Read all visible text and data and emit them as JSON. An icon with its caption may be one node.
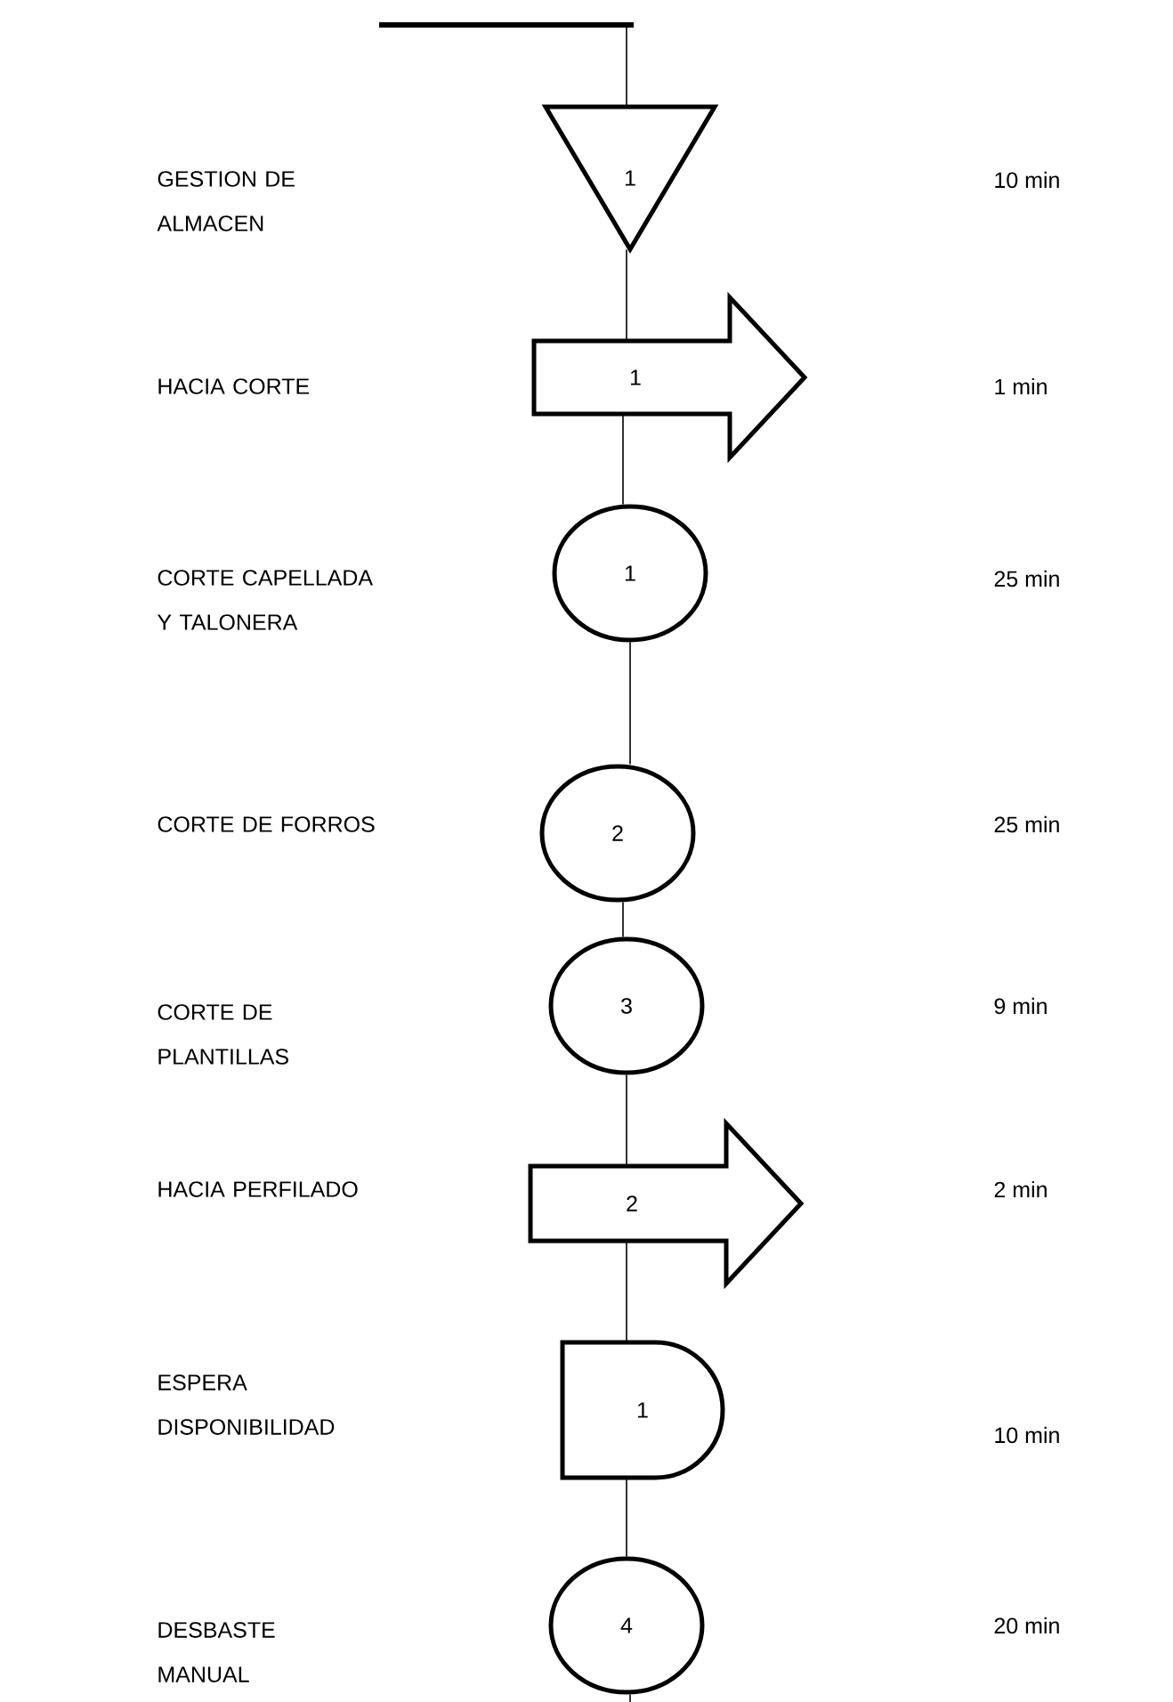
{
  "diagram": {
    "nodes": [
      {
        "text": [
          "1"
        ]
      },
      {
        "text": [
          "1"
        ]
      },
      {
        "text": [
          "1"
        ]
      },
      {
        "text": [
          "2"
        ]
      },
      {
        "text": [
          "3"
        ]
      },
      {
        "text": [
          "2"
        ]
      },
      {
        "text": [
          "1"
        ]
      },
      {
        "text": [
          "4"
        ]
      }
    ],
    "labels": [
      "GESTION DE ALMACEN",
      "10 min",
      "HACIA CORTE",
      "1 min",
      "CORTE CAPELLADA Y TALONERA",
      "25 min",
      "CORTE DE FORROS",
      "25 min",
      "CORTE DE PLANTILLAS",
      "9 min",
      "HACIA PERFILADO",
      "2 min",
      "ESPERA DISPONIBILIDAD",
      "10 min",
      "DESBASTE MANUAL",
      "20 min"
    ],
    "edges": [
      {
        "from": null,
        "to": 0,
        "arrow": "none"
      },
      {
        "from": 0,
        "to": 1,
        "arrow": "none"
      },
      {
        "from": 1,
        "to": 2,
        "arrow": "none"
      },
      {
        "from": 2,
        "to": 3,
        "arrow": "none"
      },
      {
        "from": 3,
        "to": 4,
        "arrow": "none"
      },
      {
        "from": 4,
        "to": 5,
        "arrow": "none"
      },
      {
        "from": 5,
        "to": 6,
        "arrow": "none"
      },
      {
        "from": 6,
        "to": 7,
        "arrow": "none"
      },
      {
        "from": 7,
        "to": null,
        "arrow": "none"
      }
    ]
  }
}
